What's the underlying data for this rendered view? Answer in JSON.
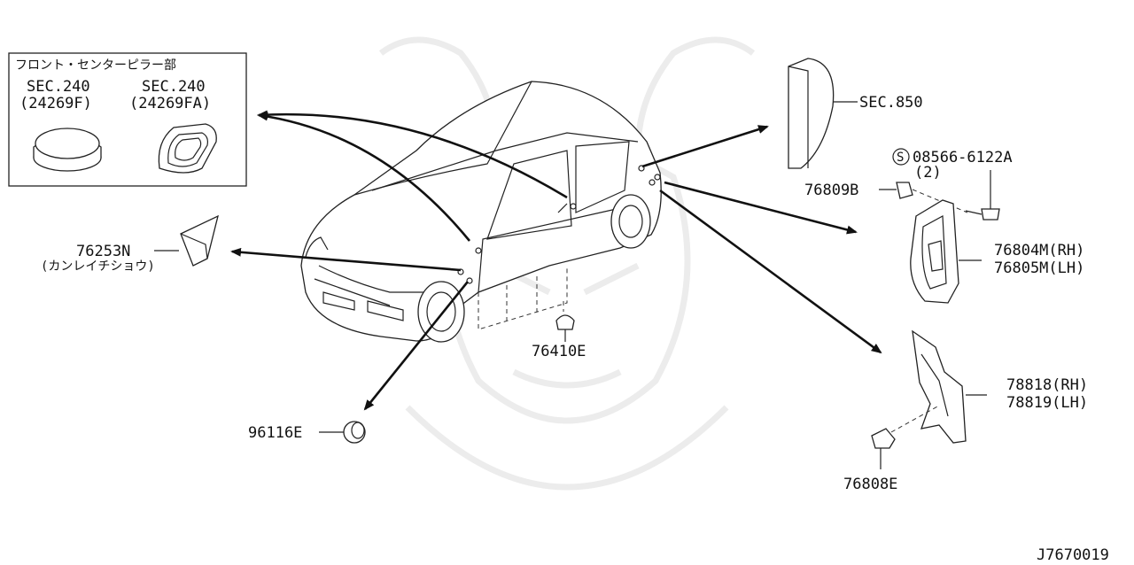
{
  "callouts": {
    "inset_title": "フロント・センターピラー部",
    "inset_left_sec": "SEC.240",
    "inset_left_part": "(24269F)",
    "inset_right_sec": "SEC.240",
    "inset_right_part": "(24269FA)",
    "sec850": "SEC.850",
    "screw_code": "08566-6122A",
    "screw_qty": "(2)",
    "screw_s": "S",
    "p76809B": "76809B",
    "p76804M": "76804M(RH)",
    "p76805M": "76805M(LH)",
    "p76253N": "76253N",
    "p76253N_note": "(カンレイチショウ)",
    "p76410E": "76410E",
    "p96116E": "96116E",
    "p78818": "78818(RH)",
    "p78819": "78819(LH)",
    "p76808E": "76808E",
    "diagram_id": "J7670019"
  }
}
